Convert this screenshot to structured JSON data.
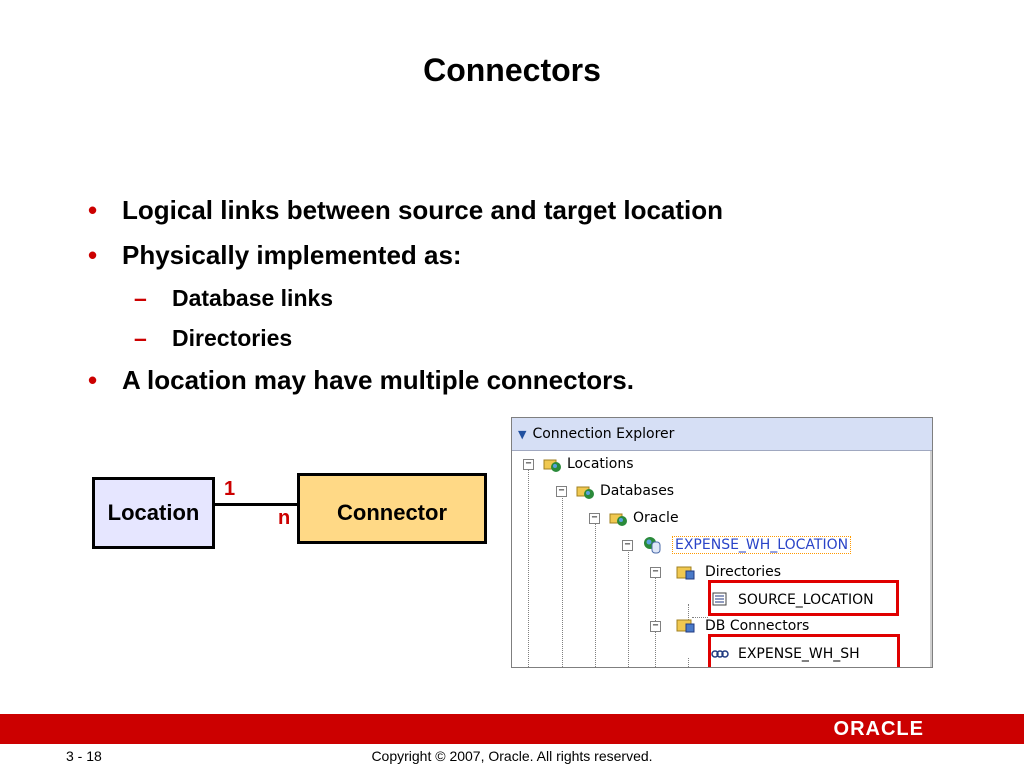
{
  "title": "Connectors",
  "bullets": [
    {
      "text": "Logical links between source and target location"
    },
    {
      "text": "Physically implemented as:"
    },
    {
      "text": "A location may have multiple connectors."
    }
  ],
  "sub_bullets": [
    {
      "text": "Database links"
    },
    {
      "text": "Directories"
    }
  ],
  "diagram": {
    "entity_left": "Location",
    "entity_right": "Connector",
    "cardinality_left": "1",
    "cardinality_right": "n"
  },
  "explorer": {
    "header": "Connection Explorer",
    "nodes": [
      {
        "label": "Locations",
        "icon": "locations-icon"
      },
      {
        "label": "Databases",
        "icon": "databases-icon"
      },
      {
        "label": "Oracle",
        "icon": "oracle-icon"
      },
      {
        "label": "EXPENSE_WH_LOCATION",
        "icon": "database-location-icon",
        "selected": true
      },
      {
        "label": "Directories",
        "icon": "folder-icon"
      },
      {
        "label": "SOURCE_LOCATION",
        "icon": "directory-connector-icon",
        "highlighted": true
      },
      {
        "label": "DB Connectors",
        "icon": "folder-icon"
      },
      {
        "label": "EXPENSE_WH_SH",
        "icon": "db-connector-icon",
        "highlighted": true
      }
    ]
  },
  "footer": {
    "page_number": "3 - 18",
    "copyright": "Copyright © 2007, Oracle. All rights reserved.",
    "logo_text": "ORACLE"
  },
  "colors": {
    "accent_red": "#cc0000",
    "location_fill": "#e6e6ff",
    "connector_fill": "#ffd986",
    "header_blue": "#d6dff5"
  }
}
